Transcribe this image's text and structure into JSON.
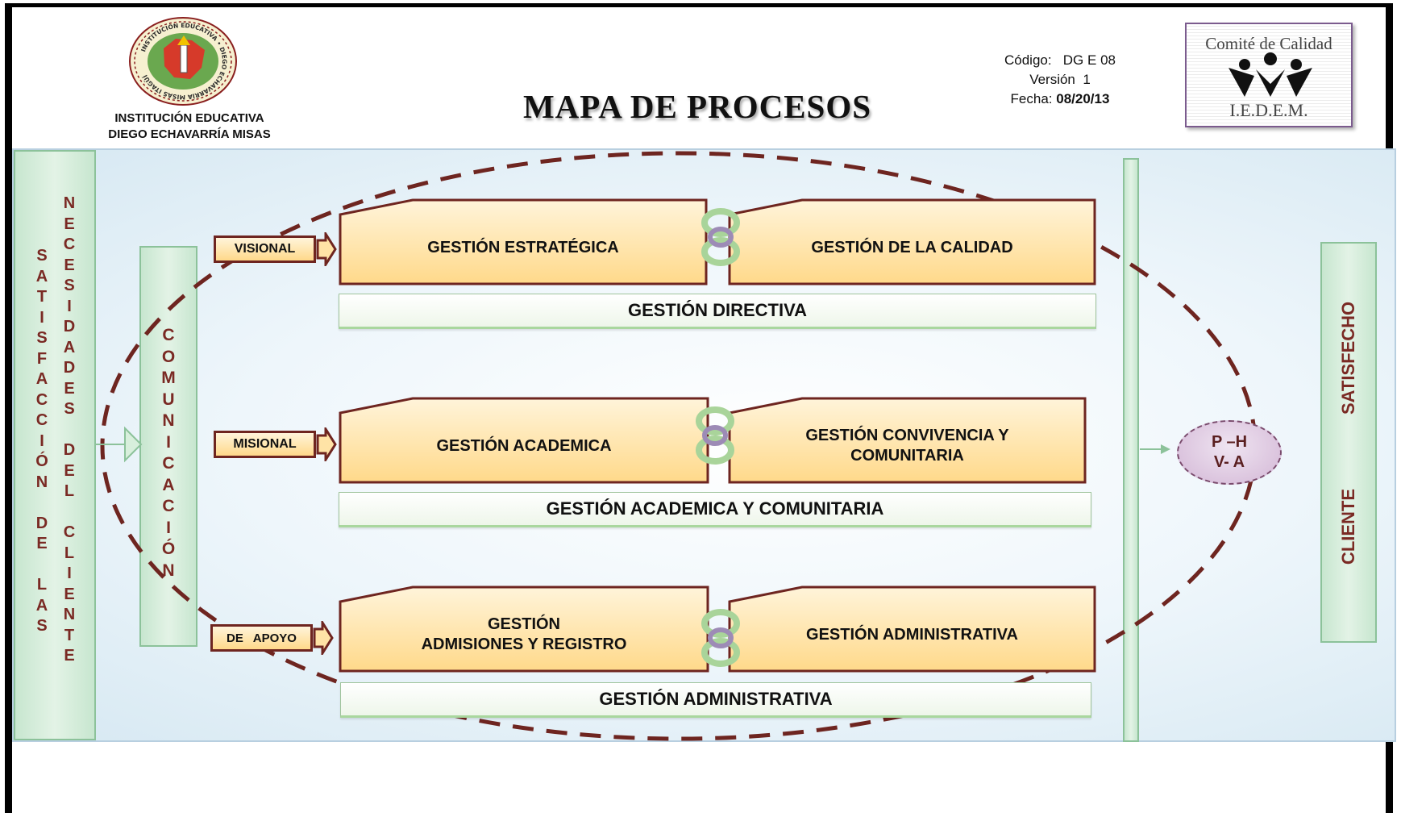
{
  "header": {
    "institution_line1": "INSTITUCIÓN EDUCATIVA",
    "institution_line2": "DIEGO ECHAVARRÍA MISAS",
    "logo_ring_text": "INSTITUCIÓN EDUCATIVA • DIEGO ECHAVARRÍA MISAS ITAGÜÍ",
    "title": "MAPA DE PROCESOS",
    "codigo_label": "Código:",
    "codigo_value": "DG E 08",
    "version_label": "Versión",
    "version_value": "1",
    "fecha_label": "Fecha:",
    "fecha_value": "08/20/13",
    "comite_title": "Comité de Calidad",
    "comite_sub": "I.E.D.E.M."
  },
  "left": {
    "satisfaccion_letters": [
      "S",
      "A",
      "T",
      "I",
      "S",
      "F",
      "A",
      "C",
      "C",
      "I",
      "Ó",
      "N",
      "",
      "D",
      "E",
      "",
      "L",
      "A",
      "S"
    ],
    "necesidades_letters": [
      "N",
      "E",
      "C",
      "E",
      "S",
      "I",
      "D",
      "A",
      "D",
      "E",
      "S",
      "",
      "D",
      "E",
      "L",
      "",
      "C",
      "L",
      "I",
      "E",
      "N",
      "T",
      "E"
    ],
    "comunicacion_letters": [
      "C",
      "O",
      "M",
      "U",
      "N",
      "I",
      "C",
      "A",
      "C",
      "I",
      "Ó",
      "N"
    ]
  },
  "rows": [
    {
      "label": "VISIONAL",
      "process_a": "GESTIÓN  ESTRATÉGICA",
      "process_b": "GESTIÓN DE LA CALIDAD",
      "group": "GESTIÓN DIRECTIVA"
    },
    {
      "label": "MISIONAL",
      "process_a": "GESTIÓN  ACADEMICA",
      "process_b_line1": "GESTIÓN  CONVIVENCIA Y",
      "process_b_line2": "COMUNITARIA",
      "group": "GESTIÓN  ACADEMICA Y COMUNITARIA"
    },
    {
      "label": "DE   APOYO",
      "process_a_line1": "GESTIÓN",
      "process_a_line2": "ADMISIONES Y REGISTRO",
      "process_b": "GESTIÓN  ADMINISTRATIVA",
      "group": "GESTIÓN  ADMINISTRATIVA"
    }
  ],
  "right": {
    "phva_line1": "P –H",
    "phva_line2": "V- A",
    "cliente": "CLIENTE",
    "satisfecho": "SATISFECHO"
  },
  "colors": {
    "border_red": "#6e2520",
    "box_fill_top": "#fff4da",
    "box_fill_bottom": "#ffd98a",
    "band_green": "#c7e6cf",
    "text_brown": "#7a2a24"
  }
}
